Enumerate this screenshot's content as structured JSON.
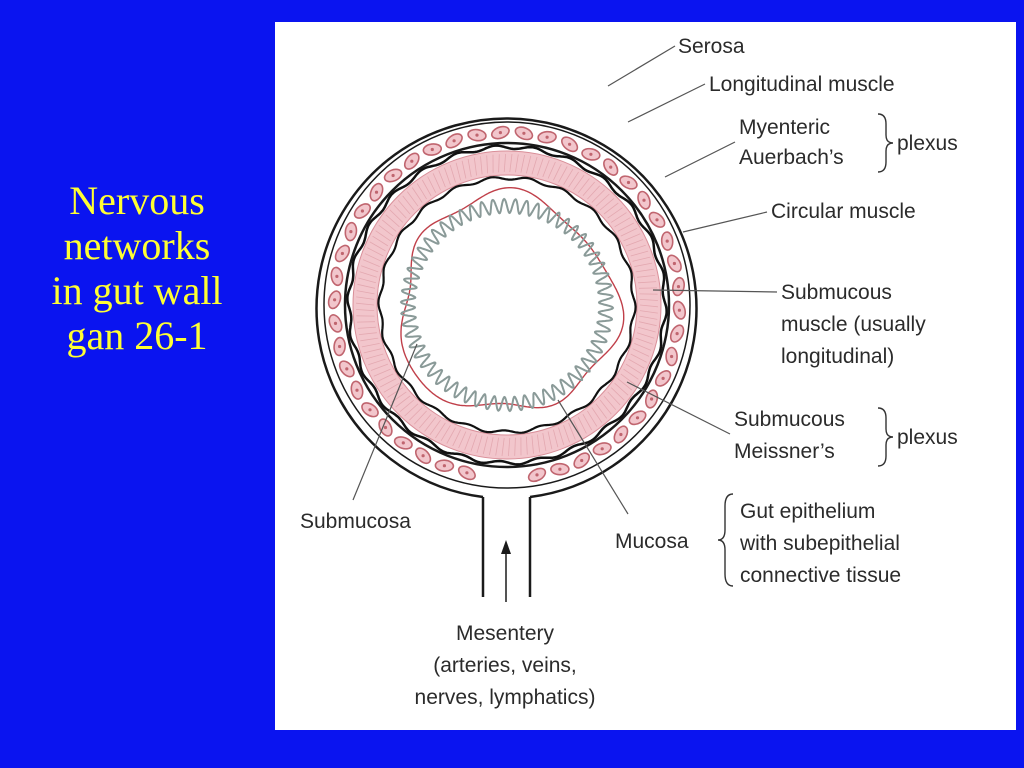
{
  "slide": {
    "title_lines": [
      "Nervous",
      "networks",
      "in gut wall",
      "gan 26-1"
    ]
  },
  "labels": {
    "serosa": "Serosa",
    "longitudinal_muscle": "Longitudinal muscle",
    "myenteric": "Myenteric",
    "auerbachs": "Auerbach’s",
    "plexus_myenteric": "plexus",
    "circular_muscle": "Circular muscle",
    "submucous_muscle_1": "Submucous",
    "submucous_muscle_2": "muscle (usually",
    "submucous_muscle_3": "longitudinal)",
    "submucous": "Submucous",
    "meissners": "Meissner’s",
    "plexus_submucous": "plexus",
    "submucosa": "Submucosa",
    "mucosa": "Mucosa",
    "gut_epithelium_1": "Gut epithelium",
    "gut_epithelium_2": "with subepithelial",
    "gut_epithelium_3": "connective tissue",
    "mesentery_1": "Mesentery",
    "mesentery_2": "(arteries, veins,",
    "mesentery_3": "nerves, lymphatics)"
  },
  "colors": {
    "background": "#0a14f0",
    "title": "#ffff33",
    "muscle_fill": "#f2c6cc",
    "muscle_cell": "#c0656f",
    "mucosa_line": "#c0404a",
    "villi_line": "#8a9a98",
    "outline": "#1a1a1a"
  }
}
